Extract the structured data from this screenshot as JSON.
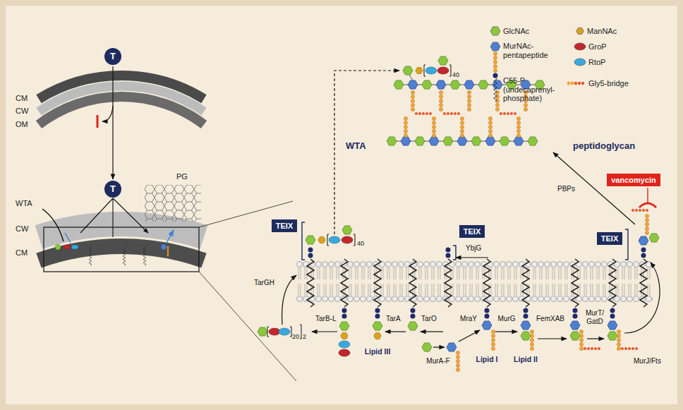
{
  "diagram": {
    "nodes": [
      {
        "text": [
          "T"
        ]
      },
      {
        "text": [
          "T"
        ]
      },
      {
        "text": [
          "vancomycin"
        ]
      },
      {
        "text": [
          "TEIX"
        ]
      },
      {
        "text": [
          "TEIX"
        ]
      },
      {
        "text": [
          "TEIX"
        ]
      }
    ],
    "edges": [
      {
        "from": 0,
        "to": 1,
        "arrow": "to"
      }
    ],
    "labels": [
      "CM",
      "CW",
      "OM",
      "WTA",
      "CW",
      "CM",
      "PG",
      "WTA",
      "peptidoglycan",
      "40",
      "40",
      "20",
      "2",
      "PBPs",
      "YbjG",
      "TarGH",
      "TarB-L",
      "TarA",
      "TarO",
      "Lipid III",
      "MurA-F",
      "MraY",
      "MurG",
      "Lipid I",
      "Lipid II",
      "FemXAB",
      "MurT/ GatD",
      "MurJ/Fts"
    ],
    "legend": [
      {
        "text": "GlcNAc",
        "color": "#8cc63f"
      },
      {
        "text": "ManNAc",
        "color": "#d9a21c"
      },
      {
        "text": "MurNAc-pentapeptide",
        "color": "#4f7fd0"
      },
      {
        "text": "GroP",
        "color": "#c1272d"
      },
      {
        "text": "RtoP",
        "color": "#39a8dc"
      },
      {
        "text": "C55-P (undecaprenyl-phosphate)"
      },
      {
        "text": "Gly5-bridge"
      }
    ]
  }
}
